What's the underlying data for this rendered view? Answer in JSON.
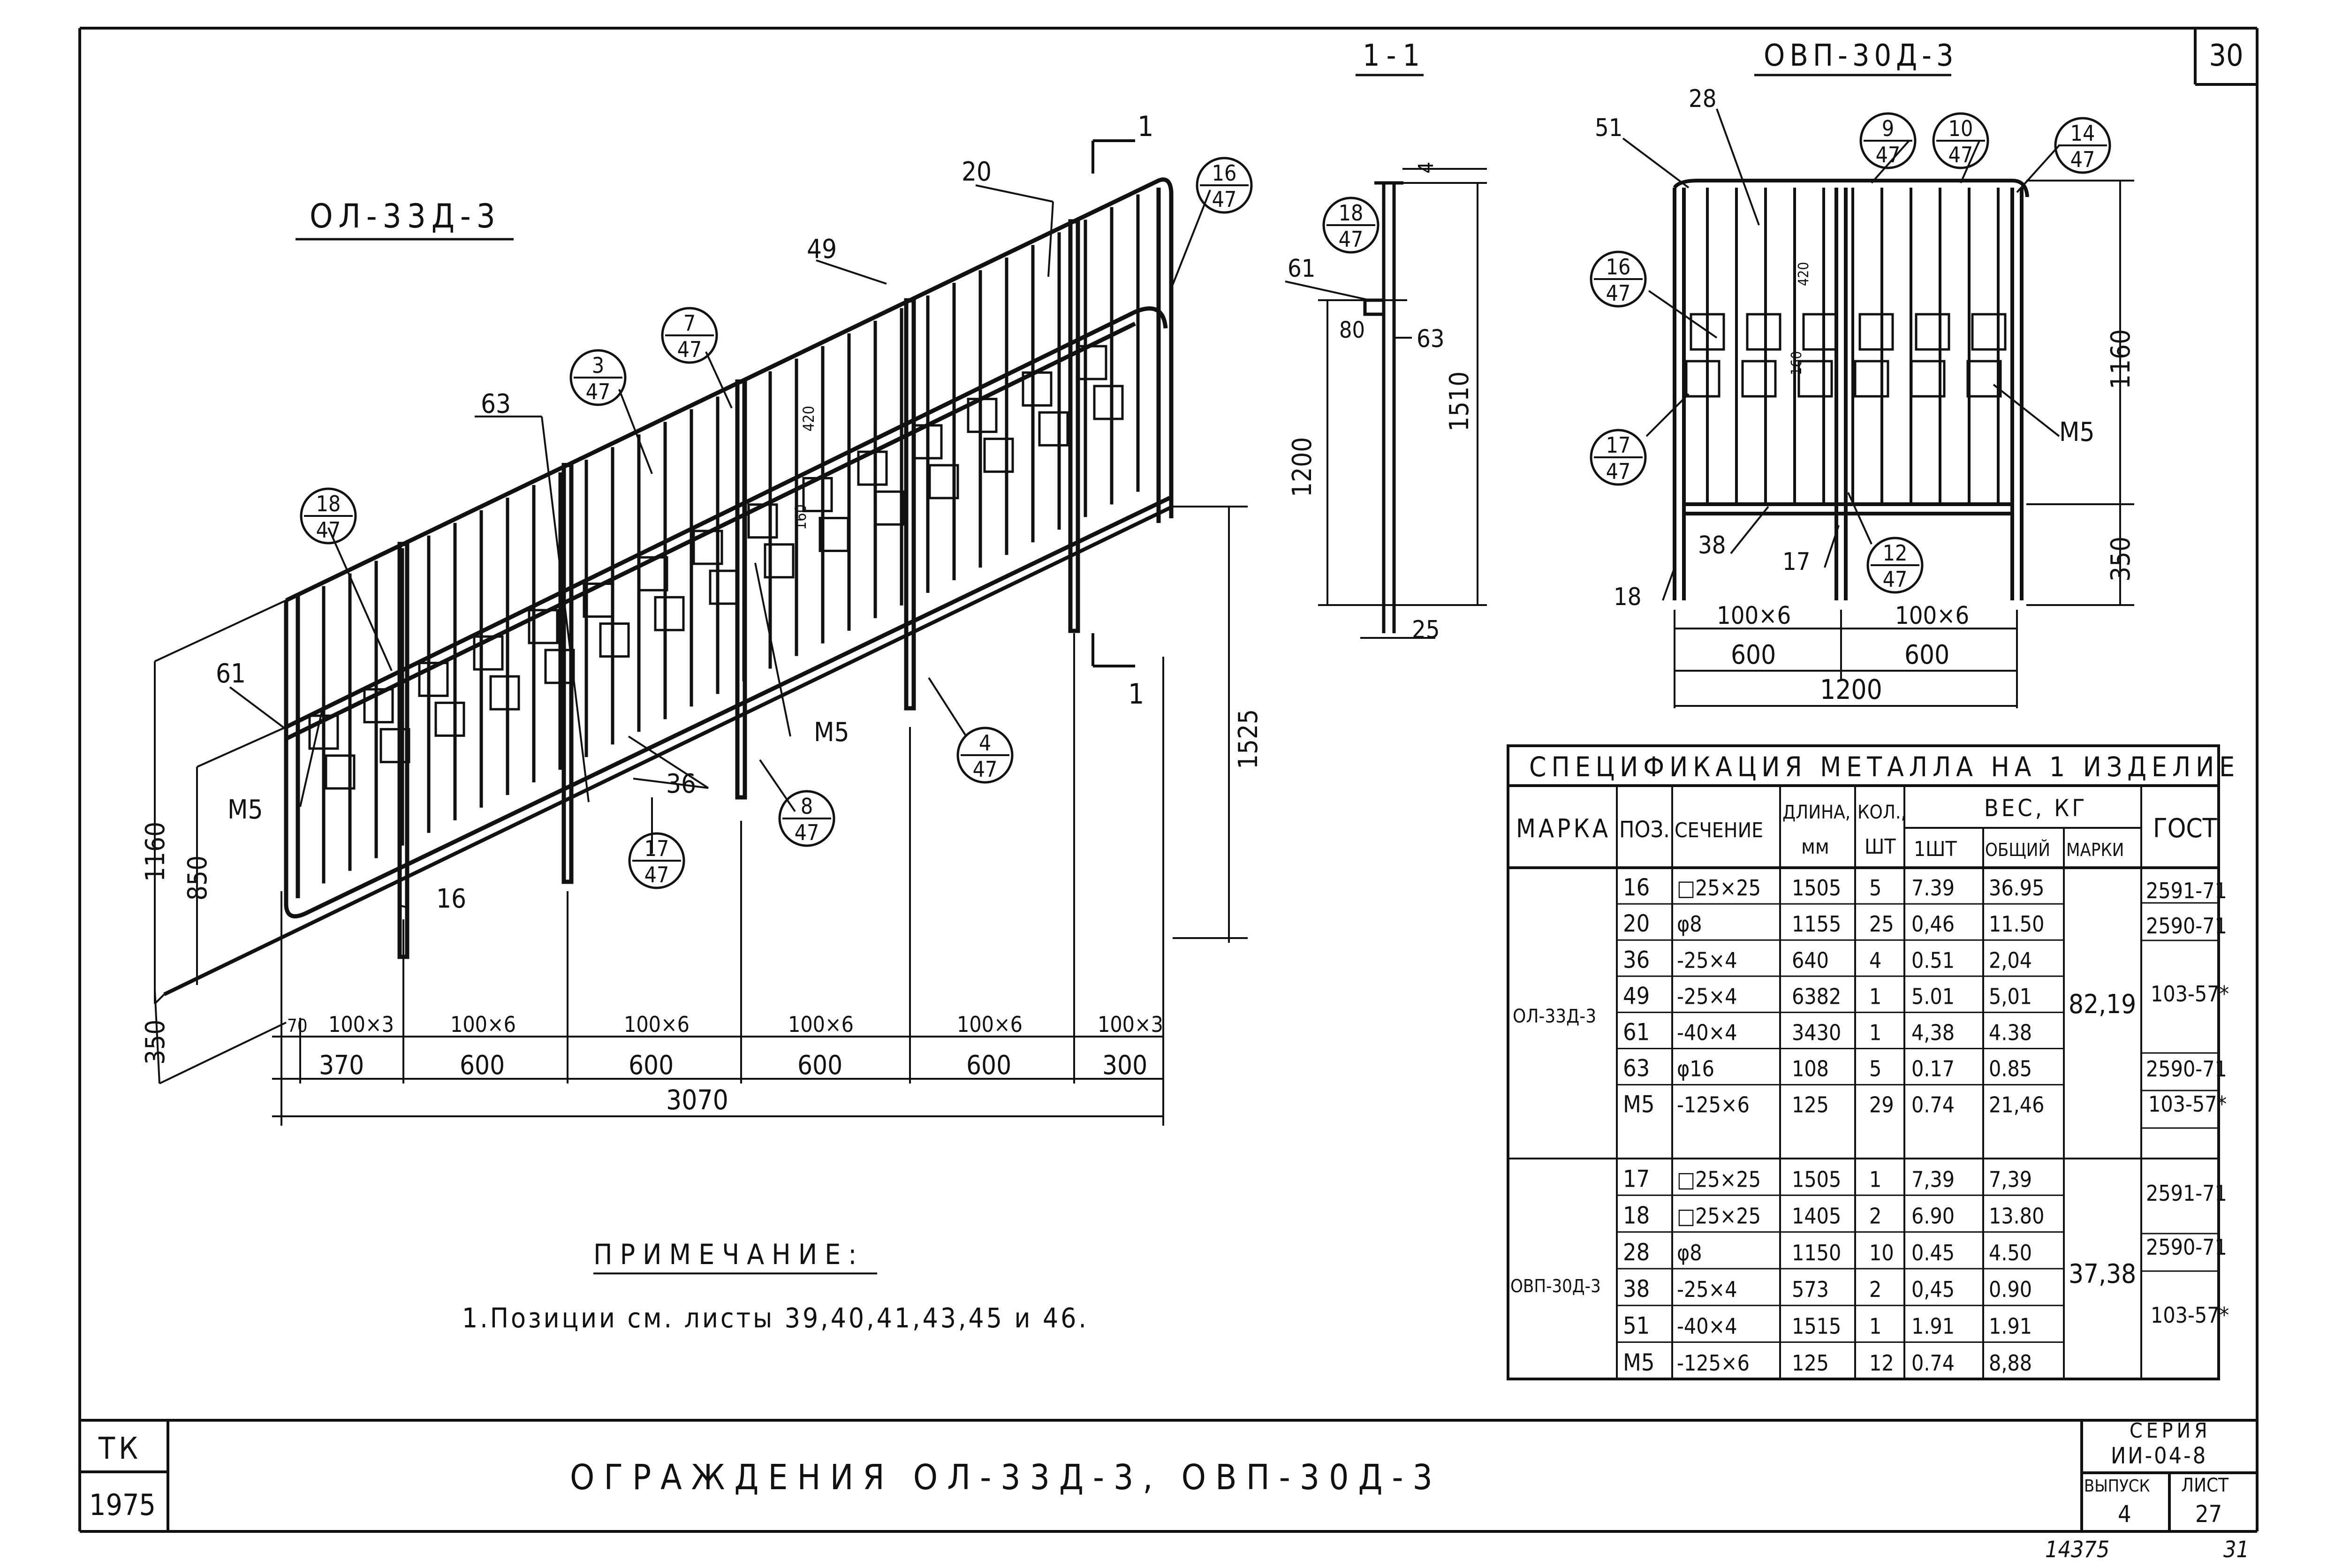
{
  "sheet_number": "30",
  "elevation_title": "ОЛ-33Д-3",
  "section_title": "1-1",
  "frame_title": "ОВП-30Д-3",
  "cut_mark": "1",
  "callouts": [
    {
      "top": "18",
      "bottom": "47"
    },
    {
      "top": "3",
      "bottom": "47"
    },
    {
      "top": "7",
      "bottom": "47"
    },
    {
      "top": "16",
      "bottom": "47"
    },
    {
      "top": "4",
      "bottom": "47"
    },
    {
      "top": "8",
      "bottom": "47"
    },
    {
      "top": "17",
      "bottom": "47"
    },
    {
      "top": "18",
      "bottom": "47"
    },
    {
      "top": "9",
      "bottom": "47"
    },
    {
      "top": "10",
      "bottom": "47"
    },
    {
      "top": "14",
      "bottom": "47"
    },
    {
      "top": "16",
      "bottom": "47"
    },
    {
      "top": "17",
      "bottom": "47"
    },
    {
      "top": "12",
      "bottom": "47"
    }
  ],
  "elevation_labels": {
    "p20": "20",
    "p49": "49",
    "p63": "63",
    "p61": "61",
    "p36": "36",
    "p16": "16",
    "m5a": "М5",
    "m5b": "М5",
    "h420": "420",
    "h160": "160"
  },
  "elevation_dims": {
    "h1160": "1160",
    "h850": "850",
    "h350": "350",
    "h1525": "1525",
    "s70": "70",
    "s100x3a": "100×3",
    "s100x6a": "100×6",
    "s100x6b": "100×6",
    "s100x6c": "100×6",
    "s100x6d": "100×6",
    "s100x3b": "100×3",
    "d370": "370",
    "d600a": "600",
    "d600b": "600",
    "d600c": "600",
    "d600d": "600",
    "d300": "300",
    "total": "3070"
  },
  "section_labels": {
    "d4": "4",
    "p61": "61",
    "d80": "80",
    "p63": "63",
    "d1200": "1200",
    "d1510": "1510",
    "d25": "25"
  },
  "frame_labels": {
    "p51": "51",
    "p28": "28",
    "h420": "420",
    "h160": "160",
    "d1160": "1160",
    "m5": "М5",
    "d350": "350",
    "p38": "38",
    "p17": "17",
    "p18": "18",
    "s100x6a": "100×6",
    "s100x6b": "100×6",
    "d600a": "600",
    "d600b": "600",
    "d1200": "1200"
  },
  "note": {
    "heading": "ПРИМЕЧАНИЕ:",
    "text": "1.Позиции см. листы 39,40,41,43,45 и 46."
  },
  "spec_table": {
    "title": "СПЕЦИФИКАЦИЯ МЕТАЛЛА НА 1 ИЗДЕЛИЕ",
    "headers": {
      "mark": "МАРКА",
      "pos": "ПОЗ.",
      "section": "СЕЧЕНИЕ",
      "length": "ДЛИНА,",
      "length_unit": "мм",
      "qty": "КОЛ.,",
      "qty_unit": "ШТ",
      "weight": "ВЕС, КГ",
      "w_one": "1ШТ",
      "w_total": "ОБЩИЙ",
      "w_mark": "МАРКИ",
      "gost": "ГОСТ"
    },
    "groups": [
      {
        "mark": "ОЛ-33Д-3",
        "mark_weight": "82,19",
        "rows": [
          {
            "pos": "16",
            "section": "□25×25",
            "length": "1505",
            "qty": "5",
            "w1": "7.39",
            "wt": "36.95"
          },
          {
            "pos": "20",
            "section": "φ8",
            "length": "1155",
            "qty": "25",
            "w1": "0,46",
            "wt": "11.50"
          },
          {
            "pos": "36",
            "section": "-25×4",
            "length": "640",
            "qty": "4",
            "w1": "0.51",
            "wt": "2,04"
          },
          {
            "pos": "49",
            "section": "-25×4",
            "length": "6382",
            "qty": "1",
            "w1": "5.01",
            "wt": "5,01"
          },
          {
            "pos": "61",
            "section": "-40×4",
            "length": "3430",
            "qty": "1",
            "w1": "4,38",
            "wt": "4.38"
          },
          {
            "pos": "63",
            "section": "φ16",
            "length": "108",
            "qty": "5",
            "w1": "0.17",
            "wt": "0.85"
          },
          {
            "pos": "М5",
            "section": "-125×6",
            "length": "125",
            "qty": "29",
            "w1": "0.74",
            "wt": "21,46"
          }
        ],
        "gost": [
          "2591-71",
          "2590-71",
          "103-57*",
          "2590-71",
          "103-57*"
        ]
      },
      {
        "mark": "ОВП-30Д-3",
        "mark_weight": "37,38",
        "rows": [
          {
            "pos": "17",
            "section": "□25×25",
            "length": "1505",
            "qty": "1",
            "w1": "7,39",
            "wt": "7,39"
          },
          {
            "pos": "18",
            "section": "□25×25",
            "length": "1405",
            "qty": "2",
            "w1": "6.90",
            "wt": "13.80"
          },
          {
            "pos": "28",
            "section": "φ8",
            "length": "1150",
            "qty": "10",
            "w1": "0.45",
            "wt": "4.50"
          },
          {
            "pos": "38",
            "section": "-25×4",
            "length": "573",
            "qty": "2",
            "w1": "0,45",
            "wt": "0.90"
          },
          {
            "pos": "51",
            "section": "-40×4",
            "length": "1515",
            "qty": "1",
            "w1": "1.91",
            "wt": "1.91"
          },
          {
            "pos": "М5",
            "section": "-125×6",
            "length": "125",
            "qty": "12",
            "w1": "0.74",
            "wt": "8,88"
          }
        ],
        "gost": [
          "2591-71",
          "2590-71",
          "103-57*"
        ]
      }
    ]
  },
  "title_block": {
    "org": "ТК",
    "year": "1975",
    "title": "ОГРАЖДЕНИЯ ОЛ-33Д-3, ОВП-30Д-3",
    "series_label": "СЕРИЯ",
    "series": "ИИ-04-8",
    "issue_label": "ВЫПУСК",
    "issue": "4",
    "sheet_label": "ЛИСТ",
    "sheet": "27"
  },
  "footer": {
    "inventory": "14375",
    "page": "31"
  }
}
